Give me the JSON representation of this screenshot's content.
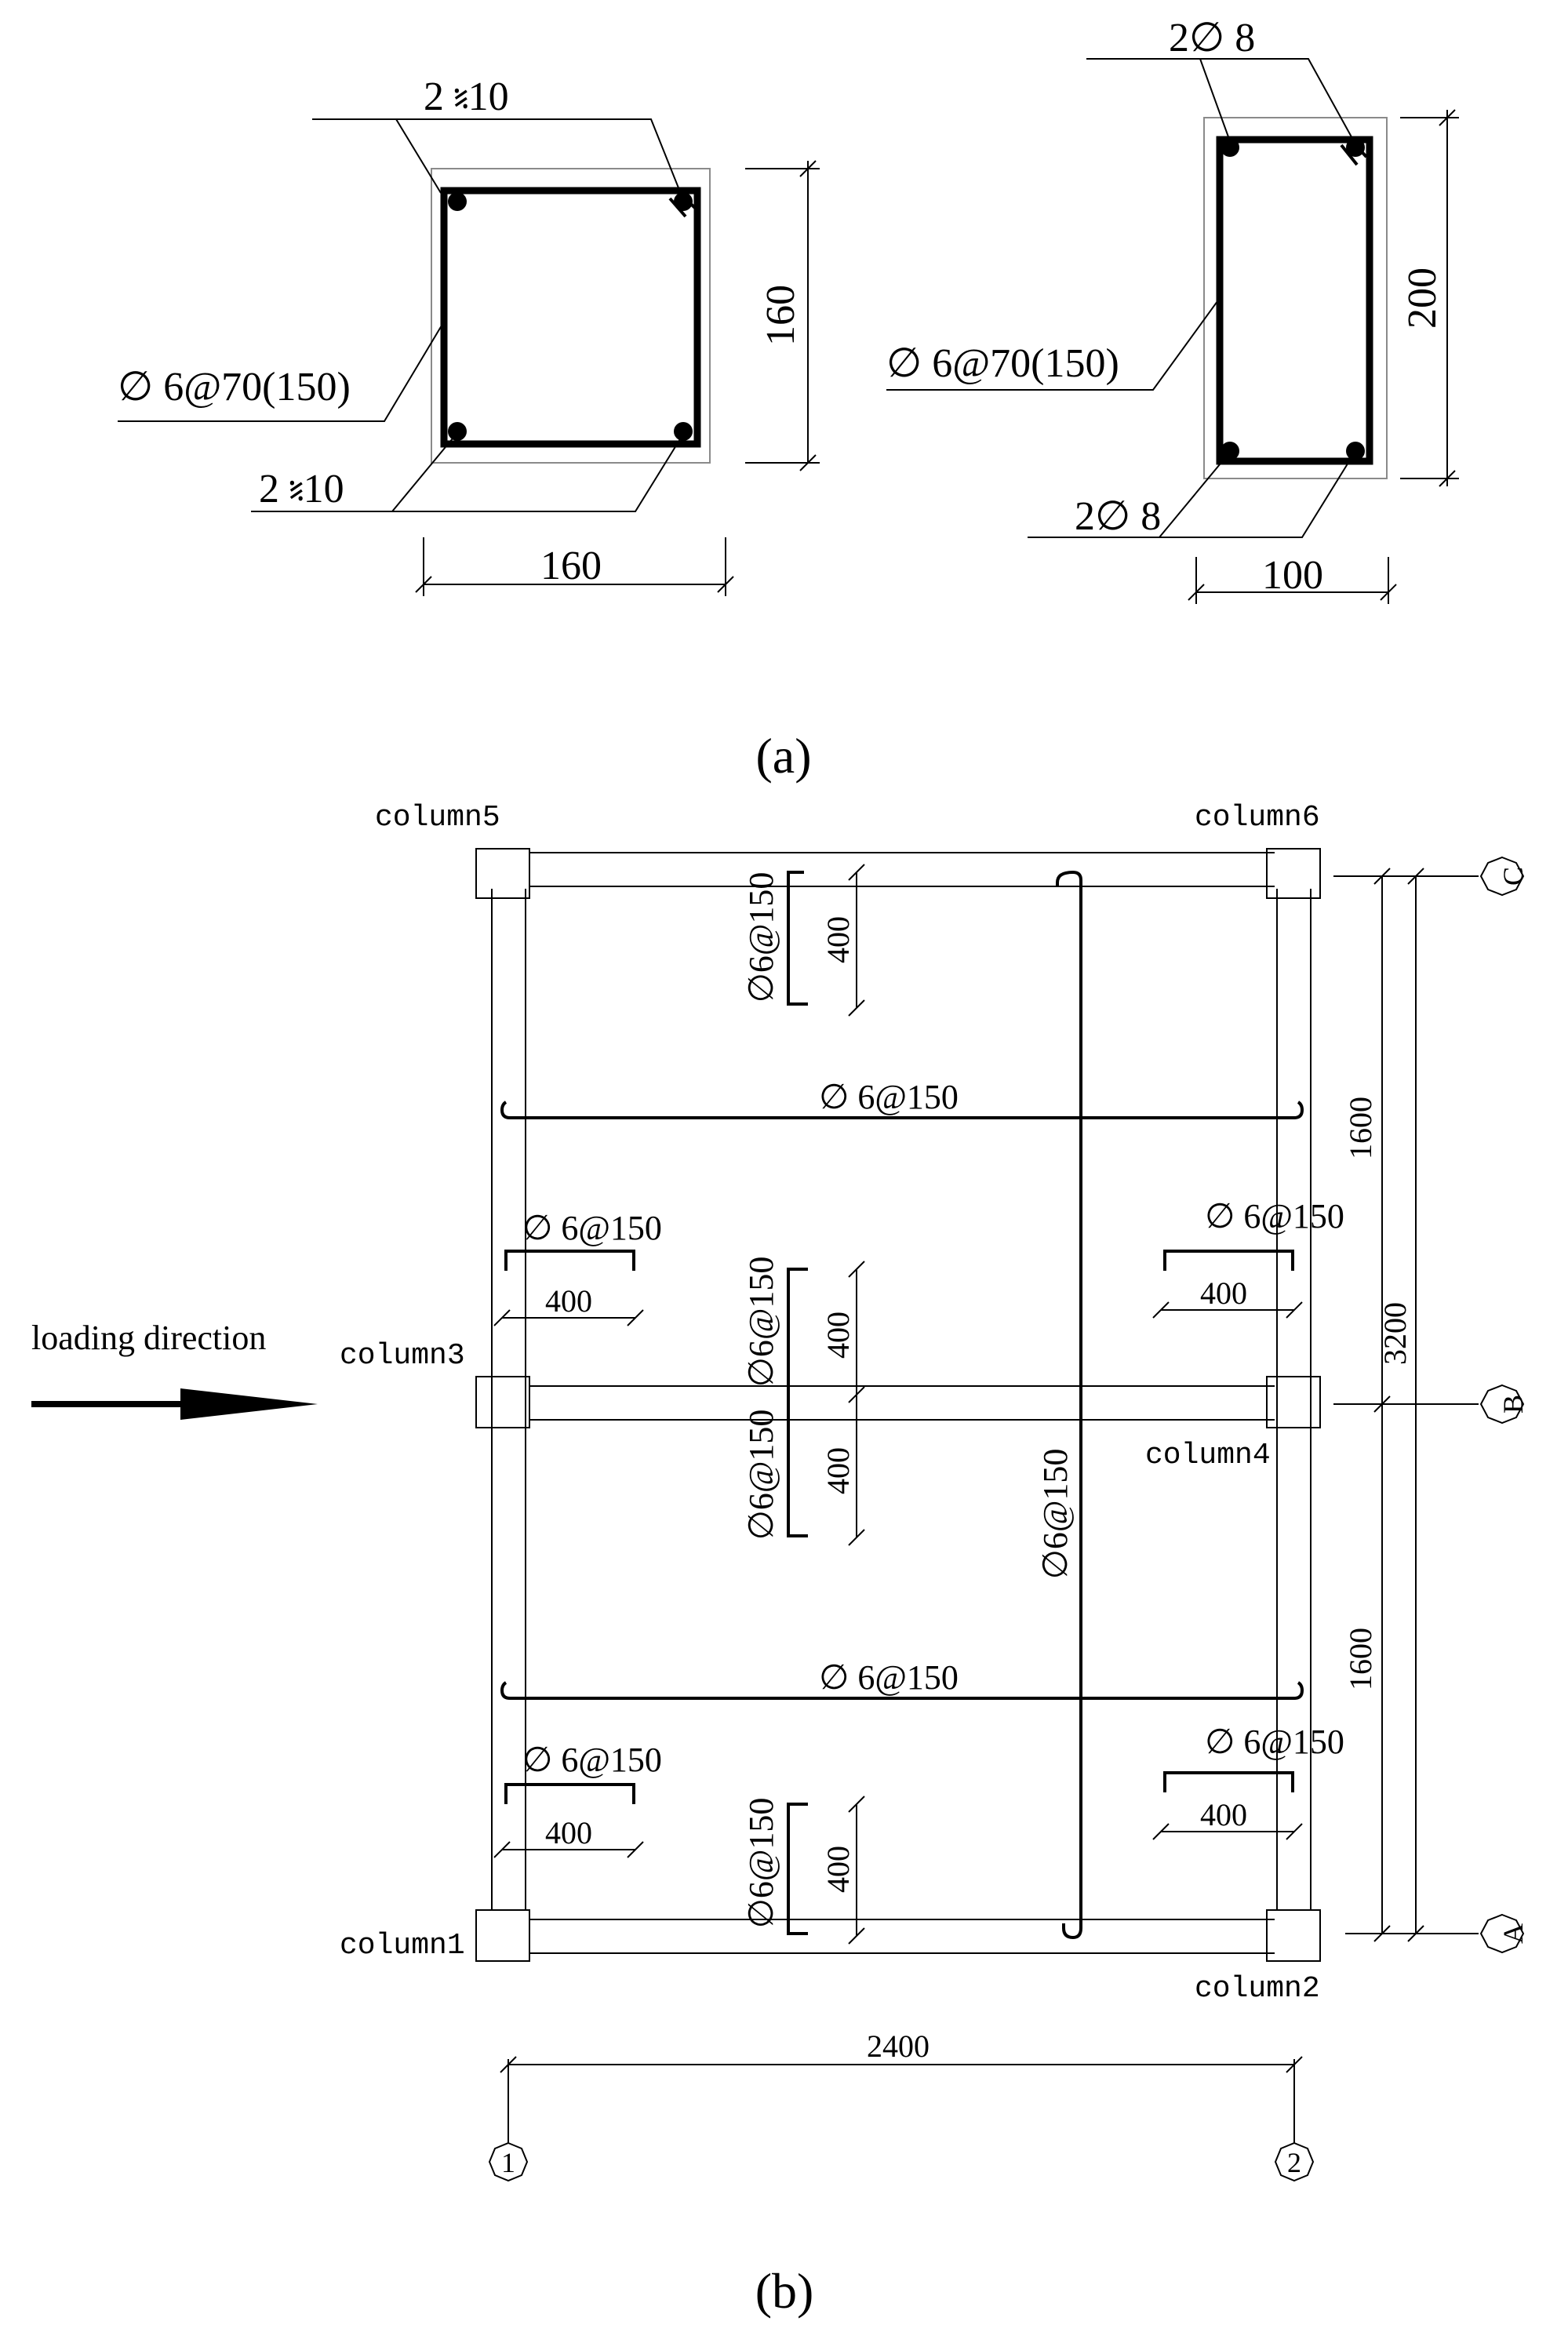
{
  "part_a": {
    "caption": "(a)",
    "column_section": {
      "top_bars": "2 ⹏10",
      "bottom_bars": "2 ⹏10",
      "stirrups": "∅ 6@70(150)",
      "width": "160",
      "height": "160"
    },
    "beam_section": {
      "top_bars": "2∅ 8",
      "bottom_bars": "2∅ 8",
      "stirrups": "∅ 6@70(150)",
      "width": "100",
      "height": "200"
    }
  },
  "part_b": {
    "caption": "(b)",
    "columns": [
      "column1",
      "column2",
      "column3",
      "column4",
      "column5",
      "column6"
    ],
    "loading_direction": "loading direction",
    "rebar_label": "∅6@150",
    "rebar_label_spaced": "∅ 6@150",
    "length_400": "400",
    "dim_span": "2400",
    "dim_bay": "1600",
    "dim_total": "3200",
    "axes_vertical": [
      "1",
      "2"
    ],
    "axes_horizontal": [
      "A",
      "B",
      "C"
    ]
  }
}
